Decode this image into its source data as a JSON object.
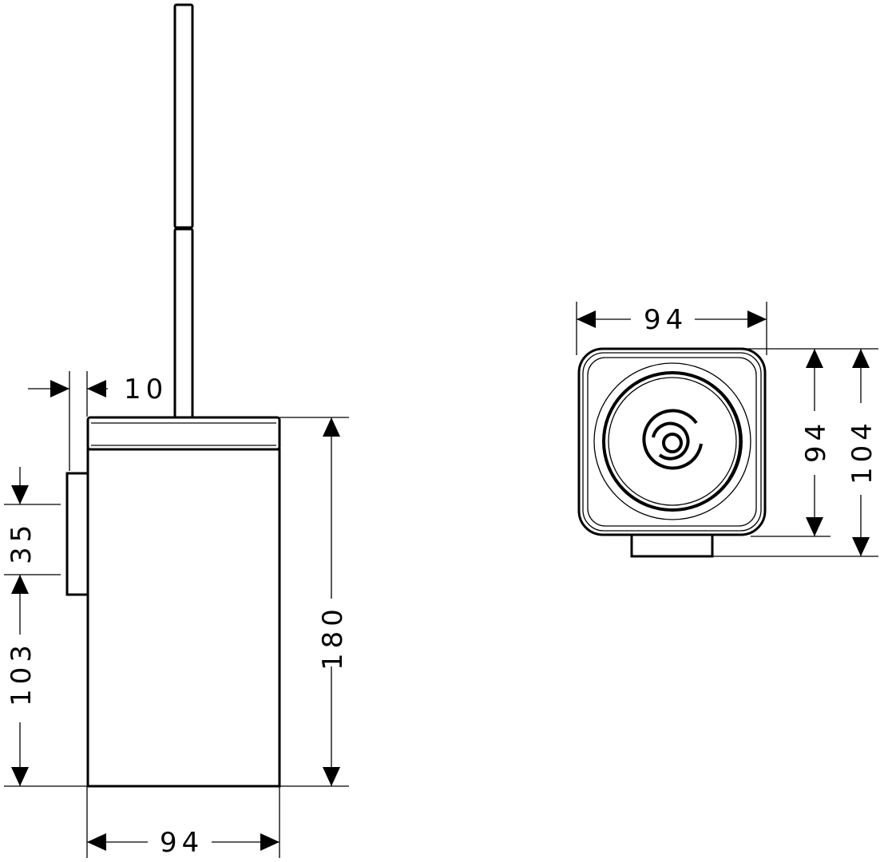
{
  "side_view": {
    "dim_wall_offset": "10",
    "dim_bracket_height": "35",
    "dim_bracket_position": "103",
    "dim_height": "180",
    "dim_width": "94"
  },
  "top_view": {
    "dim_width": "94",
    "dim_depth": "94",
    "dim_depth_total": "104"
  }
}
